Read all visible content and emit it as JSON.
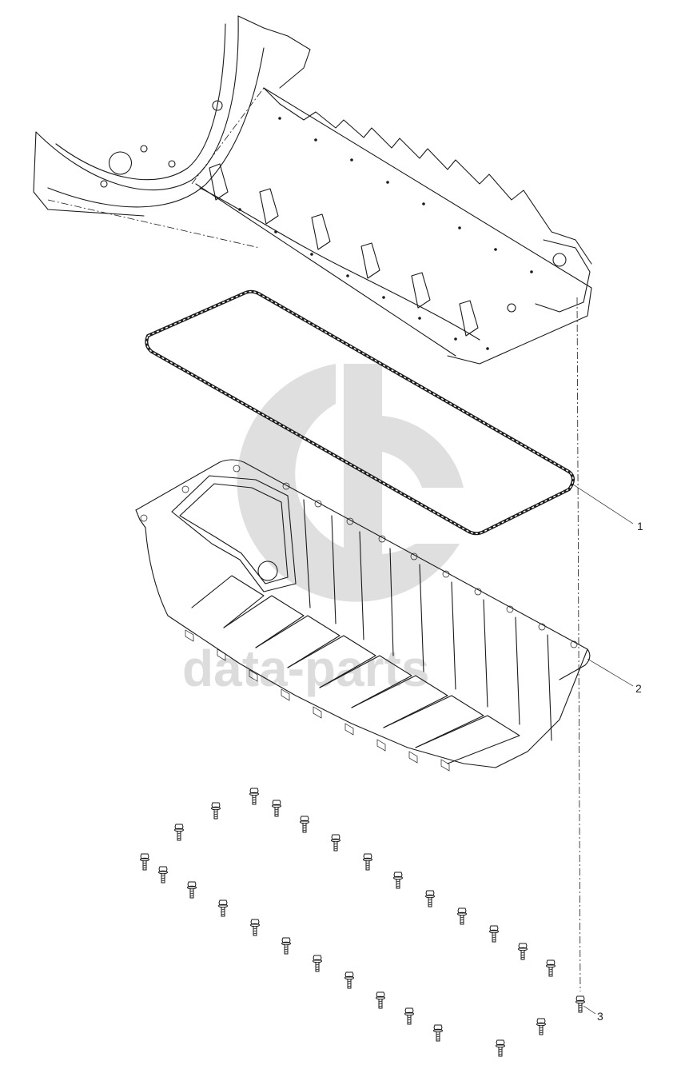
{
  "watermark": {
    "text": "data-parts",
    "color": "#d9d9d9"
  },
  "callouts": [
    {
      "id": "1",
      "label": "1",
      "part": "gasket"
    },
    {
      "id": "2",
      "label": "2",
      "part": "oil-pan"
    },
    {
      "id": "3",
      "label": "3",
      "part": "bolt"
    }
  ],
  "colors": {
    "line": "#1a1a1a",
    "background": "#ffffff",
    "watermark": "#d9d9d9"
  }
}
